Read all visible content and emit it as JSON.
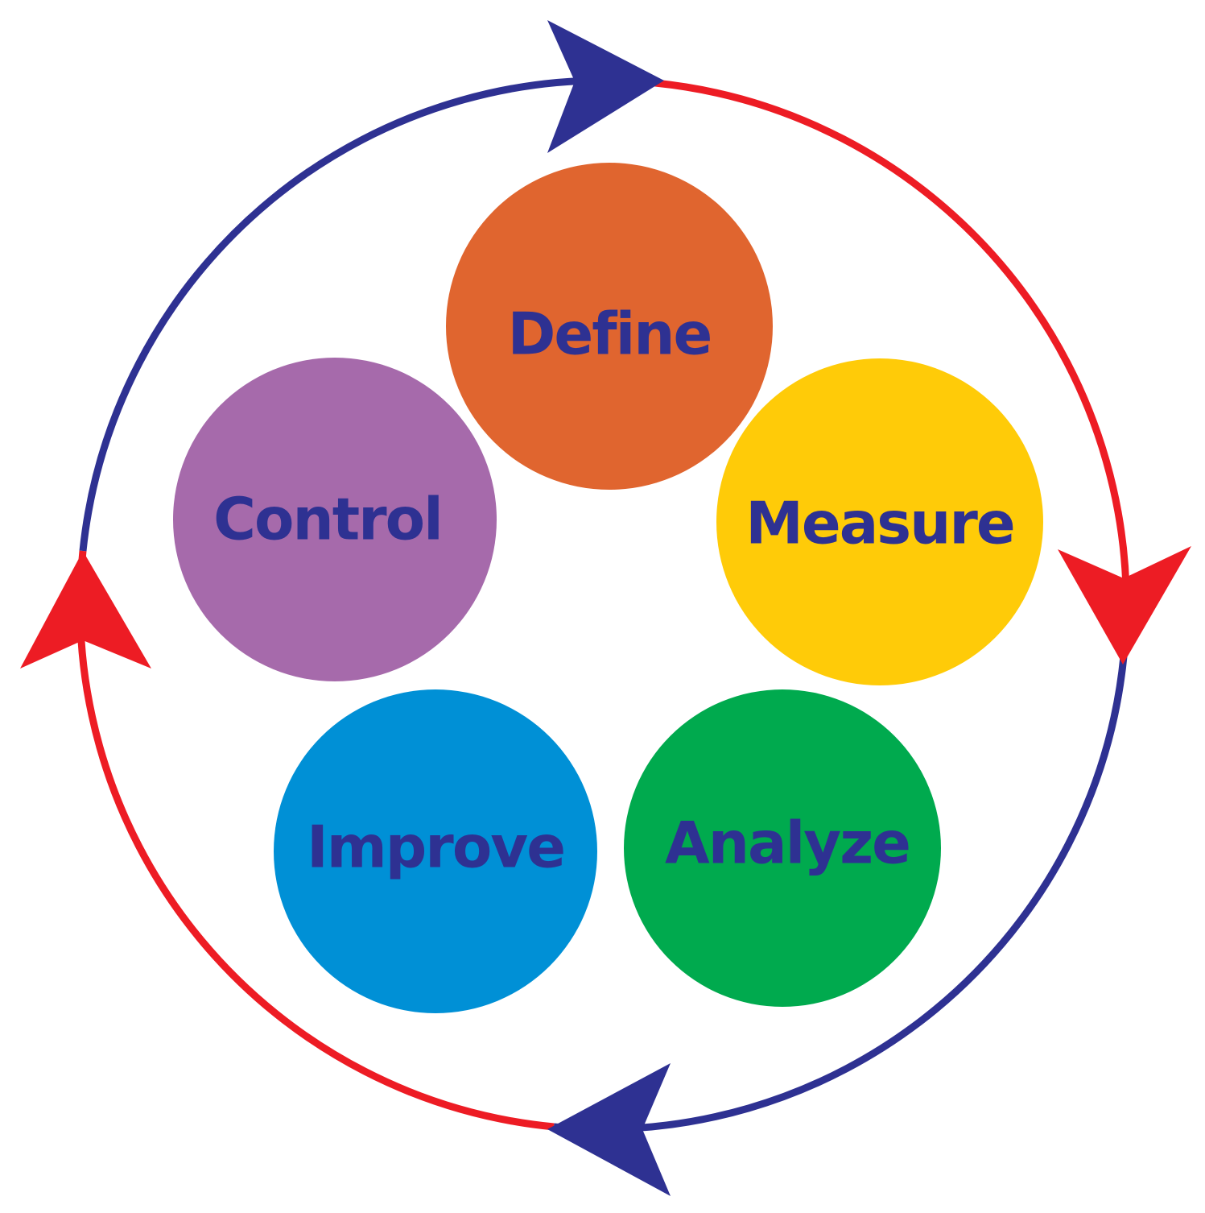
{
  "diagram": {
    "colors": {
      "ring_blue": "#2E3192",
      "ring_red": "#ED1C24",
      "label_text": "#2E3192"
    },
    "stages": [
      {
        "id": "define",
        "label": "Define",
        "color": "#E0652F"
      },
      {
        "id": "measure",
        "label": "Measure",
        "color": "#FFCB08"
      },
      {
        "id": "analyze",
        "label": "Analyze",
        "color": "#00AA4E"
      },
      {
        "id": "improve",
        "label": "Improve",
        "color": "#0090D6"
      },
      {
        "id": "control",
        "label": "Control",
        "color": "#A66AAB"
      }
    ]
  }
}
